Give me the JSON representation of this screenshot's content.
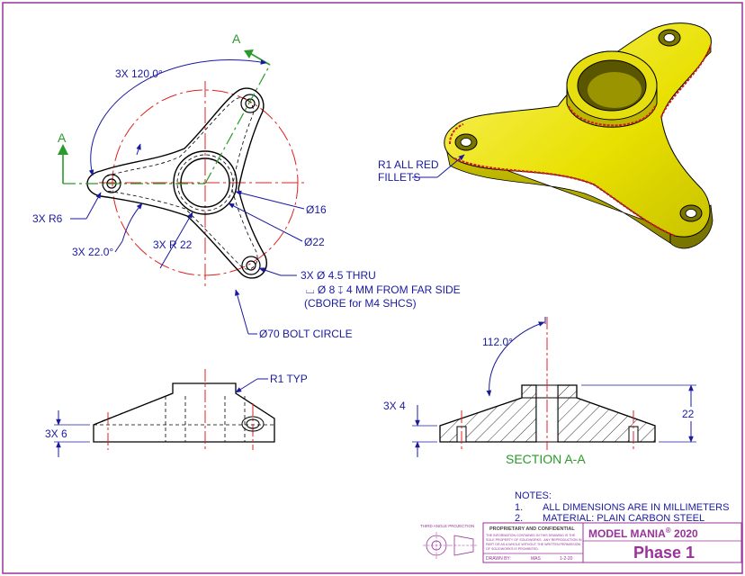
{
  "dims": {
    "bolt_angle": "3X 120.0°",
    "radius_6": "3X R6",
    "angle_22": "3X 22.0°",
    "radius_22": "3X R 22",
    "dia_16": "Ø16",
    "dia_22": "Ø22",
    "hole_line1": "3X  Ø 4.5 THRU",
    "hole_line2": "⌴ Ø 8 ↧ 4 MM FROM FAR SIDE",
    "hole_line3": "(CBORE for M4 SHCS)",
    "bolt_circle": "Ø70 BOLT CIRCLE",
    "fillet_note_1": "R1 ALL RED",
    "fillet_note_2": "FILLETS",
    "r1_typ": "R1 TYP",
    "thick_6": "3X 6",
    "thick_4": "3X 4",
    "angle_112": "112.0°",
    "height_22": "22"
  },
  "section": {
    "label_a": "A",
    "title": "SECTION A-A"
  },
  "notes": {
    "heading": "NOTES:",
    "items": [
      {
        "num": "1.",
        "text": "ALL DIMENSIONS ARE IN MILLIMETERS"
      },
      {
        "num": "2.",
        "text": "MATERIAL: PLAIN CARBON STEEL"
      }
    ]
  },
  "title_block": {
    "projection": "THIRD ANGLE PROJECTION",
    "proprietary_head": "PROPRIETARY AND CONFIDENTIAL",
    "proprietary_l1": "THE INFORMATION CONTAINED IN THIS DRAWING IS THE",
    "proprietary_l2": "SOLE PROPERTY OF SOLIDWORKS . ANY REPRODUCTION IN",
    "proprietary_l3": "PART OR AS A WHOLE WITHOUT THE WRITTEN PERMISSION",
    "proprietary_l4": "OF SOLIDWORKS IS PROHIBITED.",
    "drawn_by_label": "DRAWN BY:",
    "drawn_by": "MAS",
    "date": "1-2-20",
    "model_mania": "MODEL MANIA",
    "reg": "®",
    "year": "2020",
    "phase": "Phase 1"
  },
  "colors": {
    "border": "#993399",
    "dimension": "#1a1aa0",
    "centerline": "#e02020",
    "section": "#2a9a2a",
    "part_yellow": "#e8e000"
  }
}
